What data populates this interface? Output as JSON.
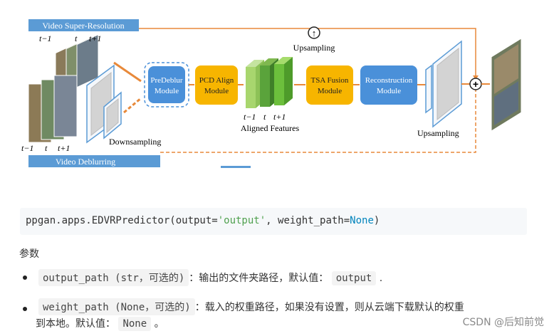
{
  "figure": {
    "banner_top": "Video Super-Resolution",
    "banner_bottom": "Video Deblurring",
    "input_labels_top": [
      "t−1",
      "t",
      "t+1"
    ],
    "input_labels_bottom": [
      "t−1",
      "t",
      "t+1"
    ],
    "label_downsampling": "Downsampling",
    "label_upsampling_top": "Upsampling",
    "label_upsampling_right": "Upsampling",
    "module_predeblur": "PreDeblur Module",
    "module_pcd": "PCD Align Module",
    "module_tsa": "TSA Fusion Module",
    "module_reconstruction": "Reconstruction Module",
    "aligned_labels": [
      "t−1",
      "t",
      "t+1"
    ],
    "aligned_features": "Aligned Features",
    "up_arrow_symbol": "↑",
    "plus_symbol": "+",
    "colors": {
      "banner": "#5b9bd5",
      "blue_module": "#4a90d9",
      "orange_module": "#f7b500",
      "orange_line": "#e8893a",
      "green_dark": "#5aa33b",
      "green_light": "#a8d66e"
    }
  },
  "code": {
    "prefix": "ppgan.apps.EDVRPredictor(output=",
    "arg_output": "'output'",
    "middle": ", weight_path=",
    "arg_weight": "None",
    "suffix": ")"
  },
  "params_title": "参数",
  "params": [
    {
      "name": "output_path (str，可选的)",
      "desc": "：输出的文件夹路径，默认值：",
      "default": "output",
      "end": "."
    },
    {
      "name": "weight_path (None，可选的)",
      "desc": "：载入的权重路径，如果没有设置，则从云端下载默认的权重",
      "desc2": "到本地。默认值：",
      "default": "None",
      "end": "。"
    }
  ],
  "watermark": "CSDN @后知前觉"
}
